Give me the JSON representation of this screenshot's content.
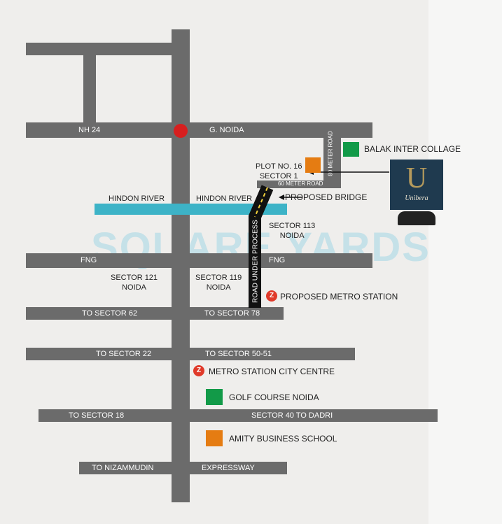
{
  "roads": {
    "nh24": "NH 24",
    "g_noida": "G. NOIDA",
    "road_80m": "80 METER ROAD",
    "road_60m": "60 METER ROAD",
    "hindon_left": "HINDON RIVER",
    "hindon_right": "HINDON RIVER",
    "fng_left": "FNG",
    "fng_right": "FNG",
    "road_under_process": "ROAD UNDER PROCESS",
    "to_sector_62": "TO SECTOR 62",
    "to_sector_78": "TO SECTOR 78",
    "to_sector_22": "TO SECTOR 22",
    "to_sector_50_51": "TO SECTOR 50-51",
    "to_sector_18": "TO SECTOR 18",
    "sector_40_dadri": "SECTOR 40 TO DADRI",
    "to_nizammudin": "TO NIZAMMUDIN",
    "expressway": "EXPRESSWAY"
  },
  "labels": {
    "plot": "PLOT NO. 16",
    "plot_sector": "SECTOR 1",
    "proposed_bridge": "PROPOSED BRIDGE",
    "sector_113": "SECTOR 113",
    "noida_113": "NOIDA",
    "sector_121": "SECTOR 121",
    "noida_121": "NOIDA",
    "sector_119": "SECTOR 119",
    "noida_119": "NOIDA"
  },
  "landmarks": {
    "balak": "BALAK INTER COLLAGE",
    "proposed_metro": "PROPOSED METRO STATION",
    "metro_city_centre": "METRO STATION CITY CENTRE",
    "golf": "GOLF COURSE NOIDA",
    "amity": "AMITY BUSINESS SCHOOL"
  },
  "logo": {
    "letter": "U",
    "name": "Unibera"
  },
  "watermark": "SQUARE YARDS",
  "colors": {
    "road": "#6b6b6b",
    "river": "#3db3c7",
    "green": "#129a48",
    "orange": "#e57c12",
    "marker": "#d71f1f",
    "logo_bg": "#1f3a4f",
    "logo_gold": "#b59a5c"
  },
  "icons": {
    "metro": "metro-logo-icon",
    "location": "red-dot-marker"
  }
}
